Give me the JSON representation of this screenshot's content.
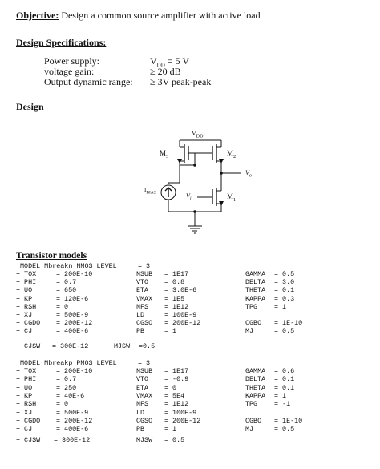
{
  "objective": {
    "label": "Objective:",
    "text": " Design a common source amplifier with active load"
  },
  "design_specs": {
    "heading": "Design Specifications:",
    "rows": [
      {
        "name": "Power supply:",
        "value": "V",
        "sub": "DD",
        "tail": " = 5 V"
      },
      {
        "name": "voltage gain:",
        "value": "≥ 20 dB",
        "sub": "",
        "tail": ""
      },
      {
        "name": "Output dynamic range:",
        "value": "≥ 3V peak-peak",
        "sub": "",
        "tail": ""
      }
    ]
  },
  "design": {
    "heading": "Design"
  },
  "circuit": {
    "vdd": "V",
    "vdd_sub": "DD",
    "m3": "M",
    "m3_sub": "3",
    "m2": "M",
    "m2_sub": "2",
    "m1": "M",
    "m1_sub": "1",
    "vo": "V",
    "vo_sub": "o",
    "vi": "V",
    "vi_sub": "i",
    "ibias": "I",
    "ibias_sub": "BIAS"
  },
  "models": {
    "heading": "Transistor models",
    "nmos": {
      "title": ".MODEL Mbreakn NMOS LEVEL",
      "level": "= 3",
      "rows": [
        [
          "+ TOX",
          "= 200E-10",
          "NSUB",
          "= 1E17",
          "GAMMA",
          "= 0.5"
        ],
        [
          "+ PHI",
          "= 0.7",
          "VTO",
          "= 0.8",
          "DELTA",
          "= 3.0"
        ],
        [
          "+ UO",
          "= 650",
          "ETA",
          "= 3.0E-6",
          "THETA",
          "= 0.1"
        ],
        [
          "+ KP",
          "= 120E-6",
          "VMAX",
          "= 1E5",
          "KAPPA",
          "= 0.3"
        ],
        [
          "+ RSH",
          "= 0",
          "NFS",
          "= 1E12",
          "TPG",
          "= 1"
        ],
        [
          "+ XJ",
          "= 500E-9",
          "LD",
          "= 100E-9",
          "",
          ""
        ],
        [
          "+ CGDO",
          "= 200E-12",
          "CGSO",
          "= 200E-12",
          "CGBO",
          "= 1E-10"
        ],
        [
          "+ CJ",
          "= 400E-6",
          "PB",
          "= 1",
          "MJ",
          "= 0.5"
        ]
      ],
      "last": {
        "name": "+ CJSW",
        "value": "= 300E-12",
        "name2": "MJSW",
        "value2": "=0.5"
      }
    },
    "pmos": {
      "title": ".MODEL Mbreakp PMOS LEVEL",
      "level": "= 3",
      "rows": [
        [
          "+ TOX",
          "= 200E-10",
          "NSUB",
          "= 1E17",
          "GAMMA",
          "= 0.6"
        ],
        [
          "+ PHI",
          "= 0.7",
          "VTO",
          "= -0.9",
          "DELTA",
          "= 0.1"
        ],
        [
          "+ UO",
          "= 250",
          "ETA",
          "= 0",
          "THETA",
          "= 0.1"
        ],
        [
          "+ KP",
          "= 40E-6",
          "VMAX",
          "= 5E4",
          "KAPPA",
          "= 1"
        ],
        [
          "+ RSH",
          "= 0",
          "NFS",
          "= 1E12",
          "TPG",
          "= -1"
        ],
        [
          "+ XJ",
          "= 500E-9",
          "LD",
          "= 100E-9",
          "",
          ""
        ],
        [
          "+ CGDO",
          "= 200E-12",
          "CGSO",
          "= 200E-12",
          "CGBO",
          "= 1E-10"
        ],
        [
          "+ CJ",
          "= 400E-6",
          "PB",
          "= 1",
          "MJ",
          "= 0.5"
        ]
      ],
      "last": {
        "name": "+ CJSW",
        "value": "= 300E-12",
        "name2": "MJSW",
        "value2": "= 0.5"
      }
    }
  }
}
